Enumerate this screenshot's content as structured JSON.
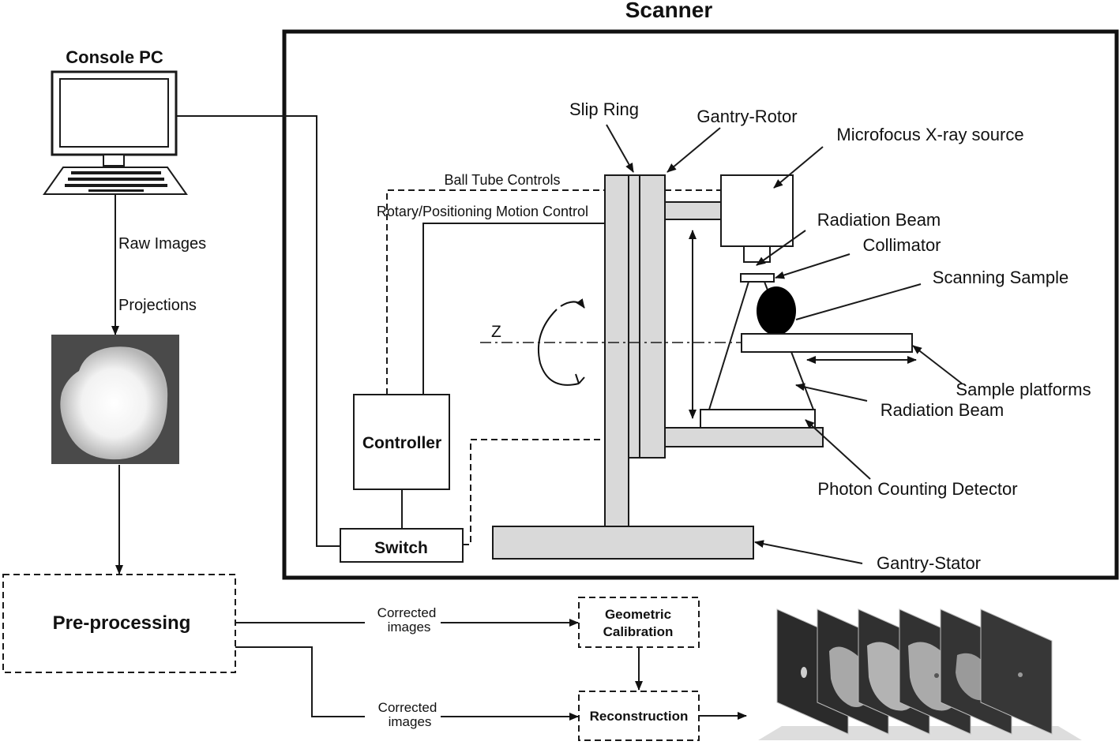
{
  "scanner_title": "Scanner",
  "console_title": "Console PC",
  "flow": {
    "raw_images": "Raw Images",
    "projections": "Projections",
    "preprocessing": "Pre-processing",
    "corrected_images_1a": "Corrected",
    "corrected_images_1b": "images",
    "corrected_images_2a": "Corrected",
    "corrected_images_2b": "images",
    "geometric_calibration_1": "Geometric",
    "geometric_calibration_2": "Calibration",
    "reconstruction": "Reconstruction"
  },
  "scanner": {
    "controller": "Controller",
    "switch": "Switch",
    "ball_tube_controls": "Ball Tube Controls",
    "rotary_control": "Rotary/Positioning Motion Control",
    "z_axis": "Z",
    "slip_ring": "Slip Ring",
    "gantry_rotor": "Gantry-Rotor",
    "xray_source": "Microfocus X-ray source",
    "radiation_beam_top": "Radiation Beam",
    "collimator": "Collimator",
    "scanning_sample": "Scanning Sample",
    "sample_platforms": "Sample platforms",
    "radiation_beam_bottom": "Radiation Beam",
    "photon_detector": "Photon Counting Detector",
    "gantry_stator": "Gantry-Stator"
  }
}
